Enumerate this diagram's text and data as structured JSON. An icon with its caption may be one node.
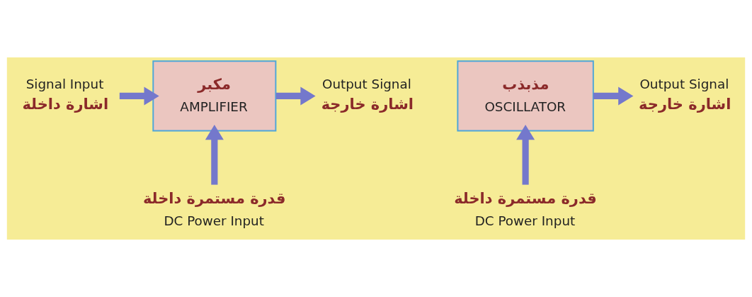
{
  "diagram": {
    "nodes": [
      {
        "text": [
          "Signal Input",
          "اشارة داخلة"
        ]
      },
      {
        "text": [
          "مكبر",
          "AMPLIFIER"
        ]
      },
      {
        "text": [
          "Output Signal",
          "اشارة خارجة"
        ]
      },
      {
        "text": [
          "قدرة مستمرة داخلة",
          "DC Power Input"
        ]
      },
      {
        "text": [
          "مذبذب",
          "OSCILLATOR"
        ]
      },
      {
        "text": [
          "Output Signal",
          "اشارة خارجة"
        ]
      },
      {
        "text": [
          "قدرة مستمرة داخلة",
          "DC Power Input"
        ]
      }
    ],
    "edges": [
      {
        "from": 0,
        "to": 1,
        "arrow": "to"
      },
      {
        "from": 1,
        "to": 2,
        "arrow": "to"
      },
      {
        "from": 3,
        "to": 1,
        "arrow": "to"
      },
      {
        "from": 4,
        "to": 5,
        "arrow": "to"
      },
      {
        "from": 6,
        "to": 4,
        "arrow": "to"
      }
    ]
  }
}
